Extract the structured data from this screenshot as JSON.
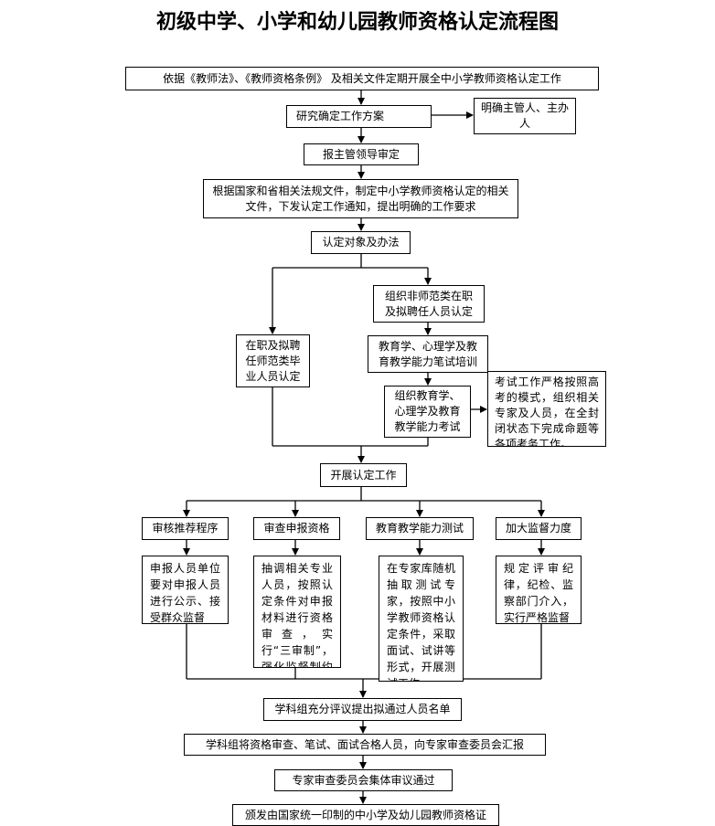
{
  "title": "初级中学、小学和幼儿园教师资格认定流程图",
  "nodes": {
    "basis": "依据《教师法》、《教师资格条例》 及相关文件定期开展全中小学教师资格认定工作",
    "plan": "研究确定工作方案",
    "assign": "明确主管人、主办人",
    "approve": "报主管领导审定",
    "documents": "根据国家和省相关法规文件，制定中小学教师资格认定的相关文件，下发认定工作通知，提出明确的工作要求",
    "targets": "认定对象及办法",
    "normal_grads": "在职及拟聘任师范类毕业人员认定",
    "non_normal": "组织非师范类在职及拟聘任人员认定",
    "training": "教育学、心理学及教育教学能力笔试培训",
    "exam": "组织教育学、心理学及教育教学能力考试",
    "exam_note": "考试工作严格按照高考的模式，组织相关专家及人员，在全封闭状态下完成命题等各项考务工作。",
    "start": "开展认定工作",
    "branch_a": "审核推荐程序",
    "branch_b": "审查申报资格",
    "branch_c": "教育教学能力测试",
    "branch_d": "加大监督力度",
    "detail_a": "申报人员单位要对申报人员进行公示、接受群众监督",
    "detail_b": "抽调相关专业人员，按照认定条件对申报材料进行资格审查，实行“三审制”，强化监督制约机制",
    "detail_c": "在专家库随机抽取测试专家，按照中小学教师资格认定条件，采取面试、试讲等形式，开展测试工作",
    "detail_d": "规定评审纪律，纪检、监察部门介入，实行严格监督",
    "review": "学科组充分评议提出拟通过人员名单",
    "report": "学科组将资格审查、笔试、面试合格人员，向专家审查委员会汇报",
    "committee": "专家审查委员会集体审议通过",
    "issue": "颁发由国家统一印制的中小学及幼儿园教师资格证"
  }
}
